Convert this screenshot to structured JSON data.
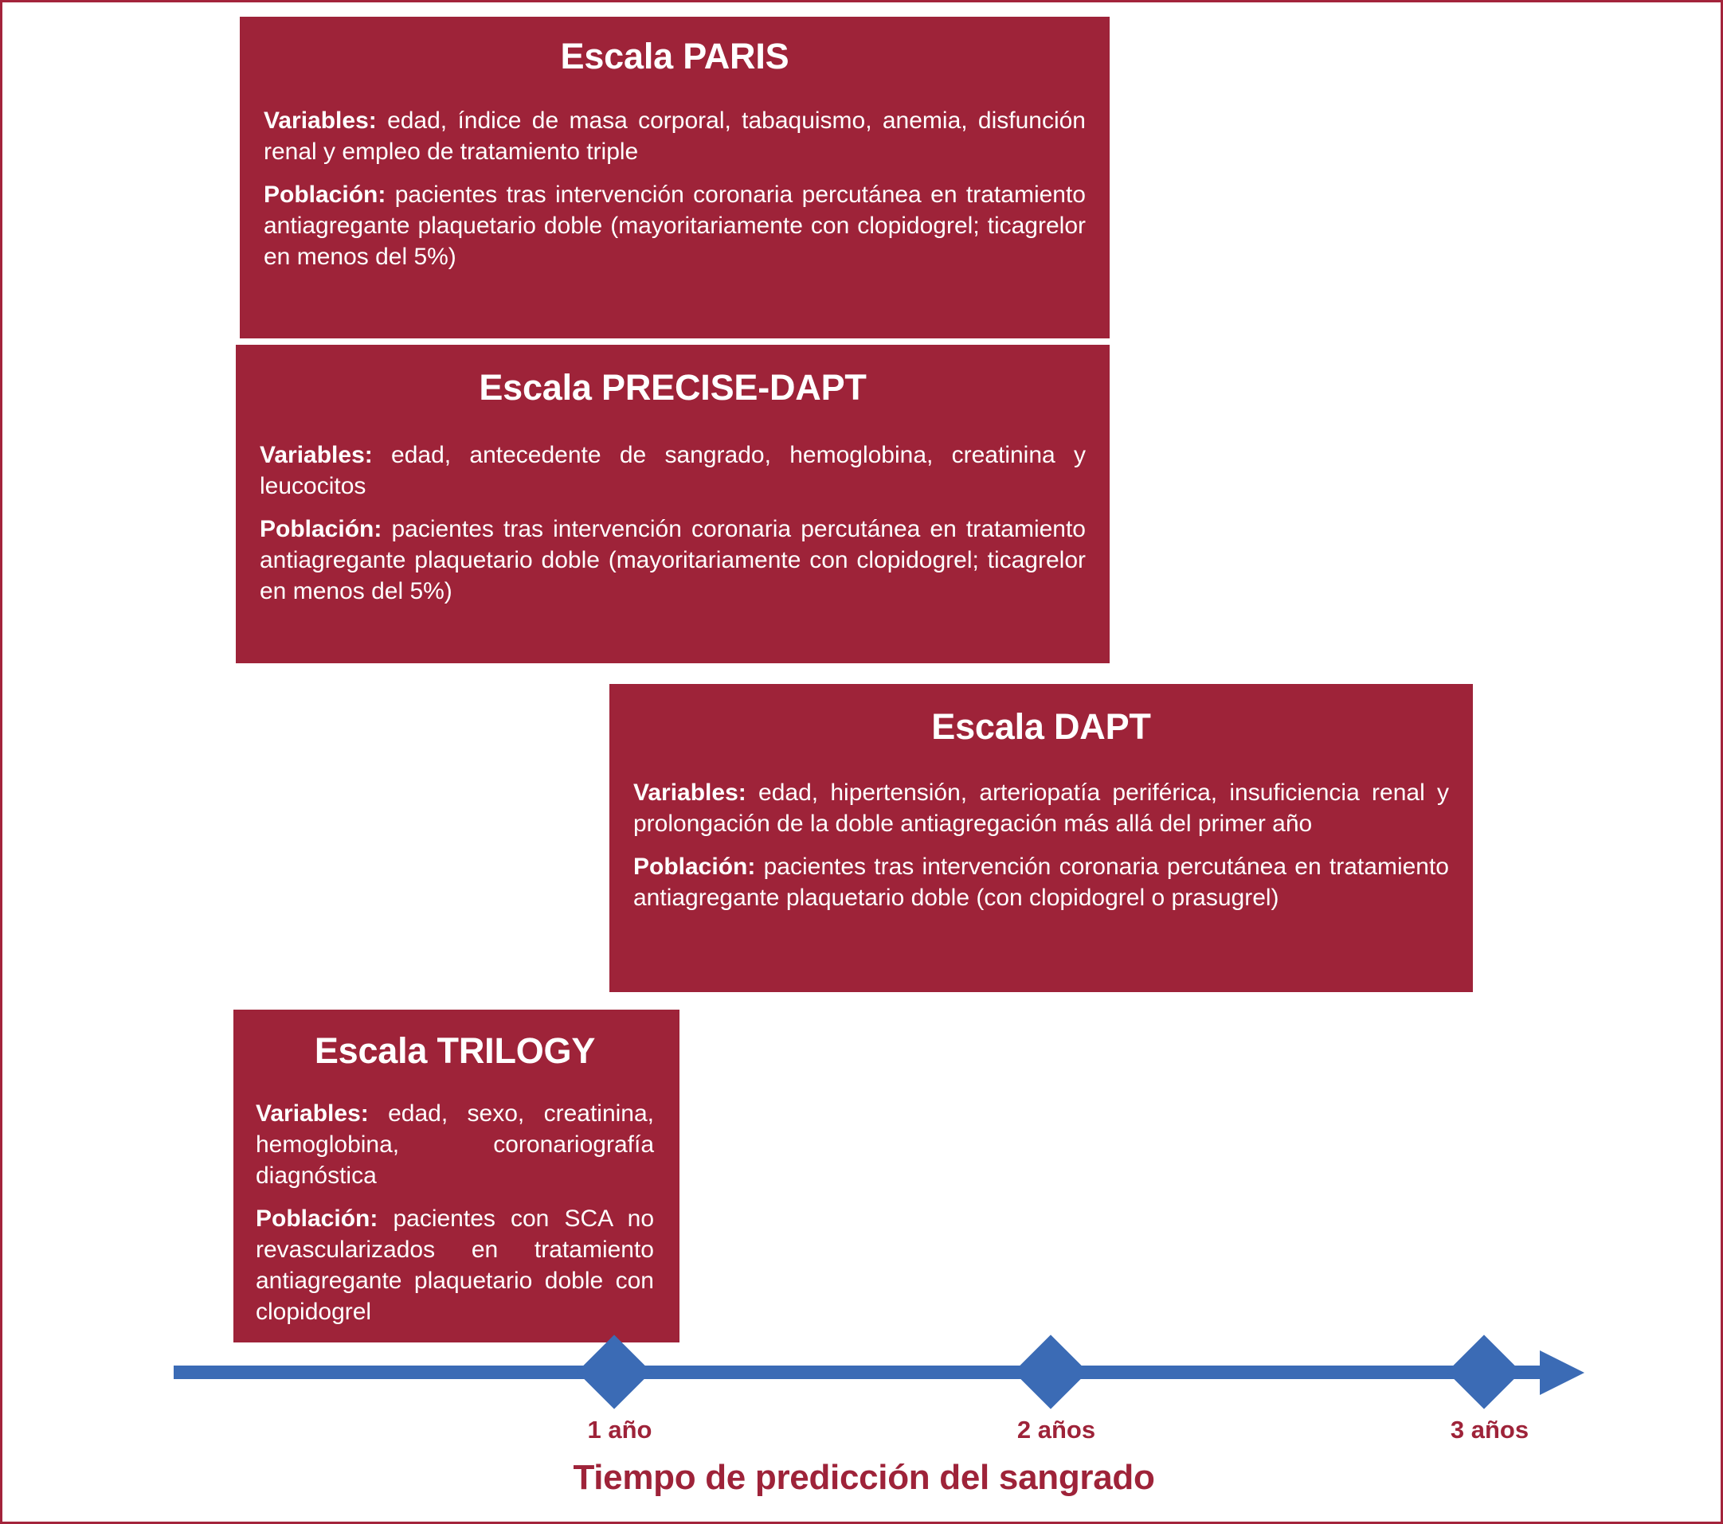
{
  "figure": {
    "accent_red": "#9E2339",
    "accent_blue": "#3B6BB5",
    "border_color": "#A3243B"
  },
  "cards": [
    {
      "id": "paris",
      "title": "Escala PARIS",
      "variables_label": "Variables:",
      "variables_text": " edad, índice de masa corporal, tabaquismo, anemia, disfunción renal y empleo de tratamiento triple",
      "population_label": "Población:",
      "population_text": " pacientes tras intervención coronaria percutánea en tratamiento antiagregante plaquetario doble (mayoritariamente con clopidogrel; ticagrelor en menos del 5%)"
    },
    {
      "id": "precise-dapt",
      "title": "Escala PRECISE-DAPT",
      "variables_label": "Variables:",
      "variables_text": " edad, antecedente de sangrado, hemoglobina, creatinina y leucocitos",
      "population_label": "Población:",
      "population_text": " pacientes tras intervención coronaria percutánea en tratamiento antiagregante plaquetario  doble (mayoritariamente con clopidogrel; ticagrelor en menos del 5%)"
    },
    {
      "id": "dapt",
      "title": "Escala DAPT",
      "variables_label": "Variables:",
      "variables_text": " edad, hipertensión, arteriopatía periférica, insuficiencia renal y prolongación de la doble antiagregación más allá del primer año",
      "population_label": "Población:",
      "population_text": " pacientes tras intervención coronaria percutánea en tratamiento antiagregante plaquetario doble (con clopidogrel o prasugrel)"
    },
    {
      "id": "trilogy",
      "title": "Escala TRILOGY",
      "variables_label": "Variables:",
      "variables_text": " edad, sexo, creatinina, hemoglobina, coronariografía diagnóstica",
      "population_label": "Población:",
      "population_text": " pacientes con SCA no revascularizados en tratamiento antiagregante plaquetario  doble con clopidogrel"
    }
  ],
  "timeline": {
    "caption": "Tiempo de predicción del sangrado",
    "ticks": [
      {
        "label": "1 año"
      },
      {
        "label": "2 años"
      },
      {
        "label": "3 años"
      }
    ]
  }
}
